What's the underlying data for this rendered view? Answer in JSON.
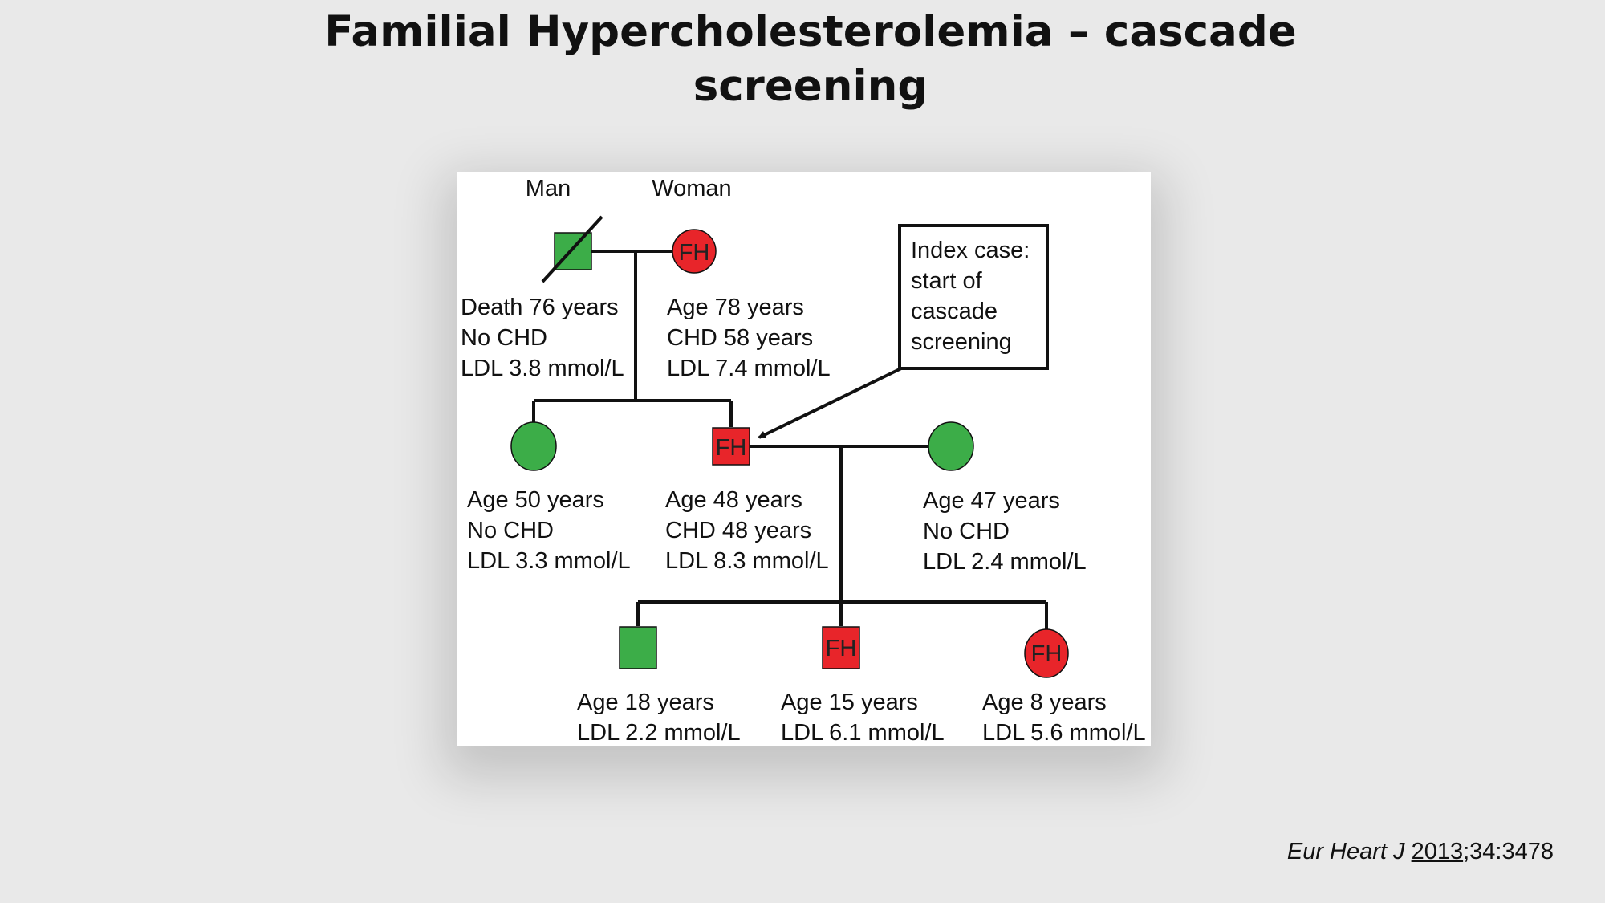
{
  "slide": {
    "title_line1": "Familial Hypercholesterolemia – cascade",
    "title_line2": "screening"
  },
  "pedigree": {
    "header_man": "Man",
    "header_woman": "Woman",
    "affected_marker": "FH",
    "index_box": [
      "Index case:",
      "start of",
      "cascade",
      "screening"
    ],
    "generation1": {
      "man": {
        "lines": [
          "Death 76 years",
          "No CHD",
          "LDL 3.8 mmol/L"
        ],
        "status": "unaffected",
        "deceased": true
      },
      "woman": {
        "lines": [
          "Age 78 years",
          "CHD 58 years",
          "LDL 7.4 mmol/L"
        ],
        "status": "FH"
      }
    },
    "generation2": {
      "sister": {
        "lines": [
          "Age 50 years",
          "No CHD",
          "LDL 3.3 mmol/L"
        ],
        "status": "unaffected"
      },
      "index": {
        "lines": [
          "Age 48 years",
          "CHD 48 years",
          "LDL 8.3 mmol/L"
        ],
        "status": "FH"
      },
      "spouse": {
        "lines": [
          "Age 47 years",
          "No CHD",
          "LDL 2.4 mmol/L"
        ],
        "status": "unaffected"
      }
    },
    "generation3": {
      "son1": {
        "lines": [
          "Age 18 years",
          "LDL 2.2 mmol/L"
        ],
        "status": "unaffected"
      },
      "son2": {
        "lines": [
          "Age 15 years",
          "LDL 6.1 mmol/L"
        ],
        "status": "FH"
      },
      "daughter": {
        "lines": [
          "Age 8 years",
          "LDL 5.6 mmol/L"
        ],
        "status": "FH"
      }
    },
    "colors": {
      "affected": "#e8252a",
      "unaffected": "#3cad48",
      "line": "#111111"
    }
  },
  "citation": {
    "journal": "Eur Heart J",
    "year": "2013",
    "rest": ";34:3478"
  }
}
